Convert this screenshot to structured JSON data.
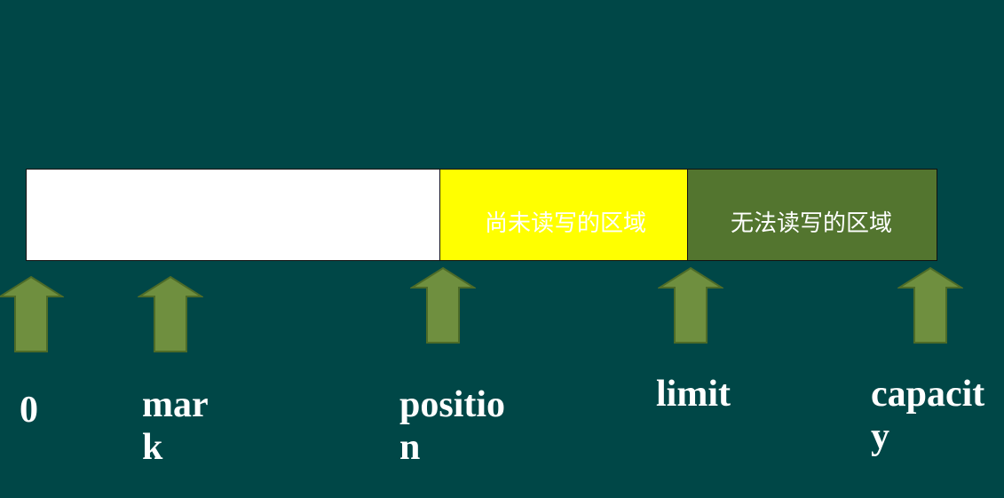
{
  "buffer": {
    "segments": [
      {
        "label": "",
        "color": "#ffffff"
      },
      {
        "label": "尚未读写的区域",
        "color": "#ffff00"
      },
      {
        "label": "无法读写的区域",
        "color": "#53752f"
      }
    ]
  },
  "pointers": [
    {
      "label": "0"
    },
    {
      "label": "mar\nk"
    },
    {
      "label": "positio\nn"
    },
    {
      "label": "limit"
    },
    {
      "label": "capacit\ny"
    }
  ],
  "colors": {
    "background": "#004747",
    "arrow_fill": "#6f8f3f",
    "arrow_stroke": "#4d6b28"
  }
}
